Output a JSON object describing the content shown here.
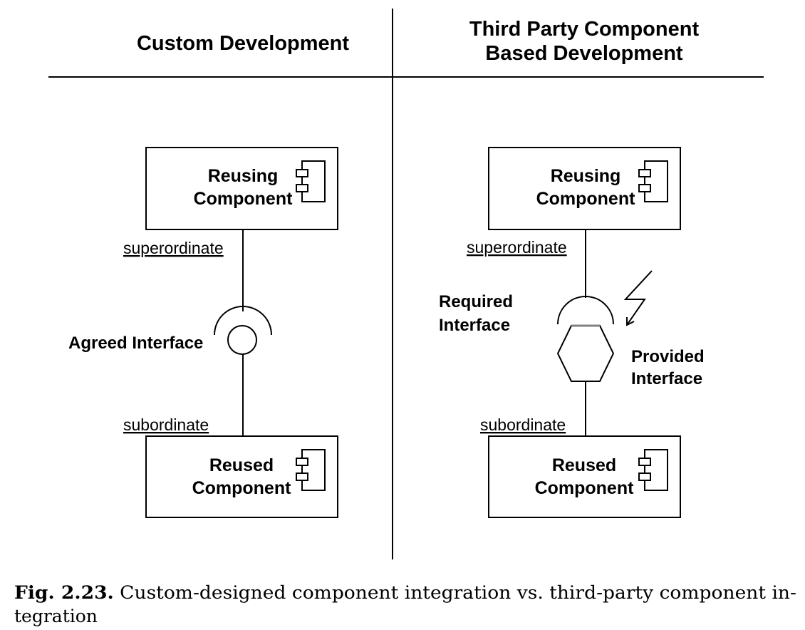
{
  "columns": {
    "left": {
      "heading": "Custom Development",
      "top_box": [
        "Reusing",
        "Component"
      ],
      "top_role": "superordinate",
      "interface_label": "Agreed Interface",
      "bottom_role": "subordinate",
      "bottom_box": [
        "Reused",
        "Component"
      ]
    },
    "right": {
      "heading": [
        "Third Party Component",
        "Based Development"
      ],
      "top_box": [
        "Reusing",
        "Component"
      ],
      "top_role": "superordinate",
      "required_label": [
        "Required",
        "Interface"
      ],
      "provided_label": [
        "Provided",
        "Interface"
      ],
      "bottom_role": "subordinate",
      "bottom_box": [
        "Reused",
        "Component"
      ]
    }
  },
  "caption": {
    "label": "Fig. 2.23.",
    "text_line1": "Custom-designed component integration vs. third-party component in-",
    "text_line2": "tegration"
  },
  "icons": [
    "component-icon",
    "lightning-bolt-icon"
  ]
}
